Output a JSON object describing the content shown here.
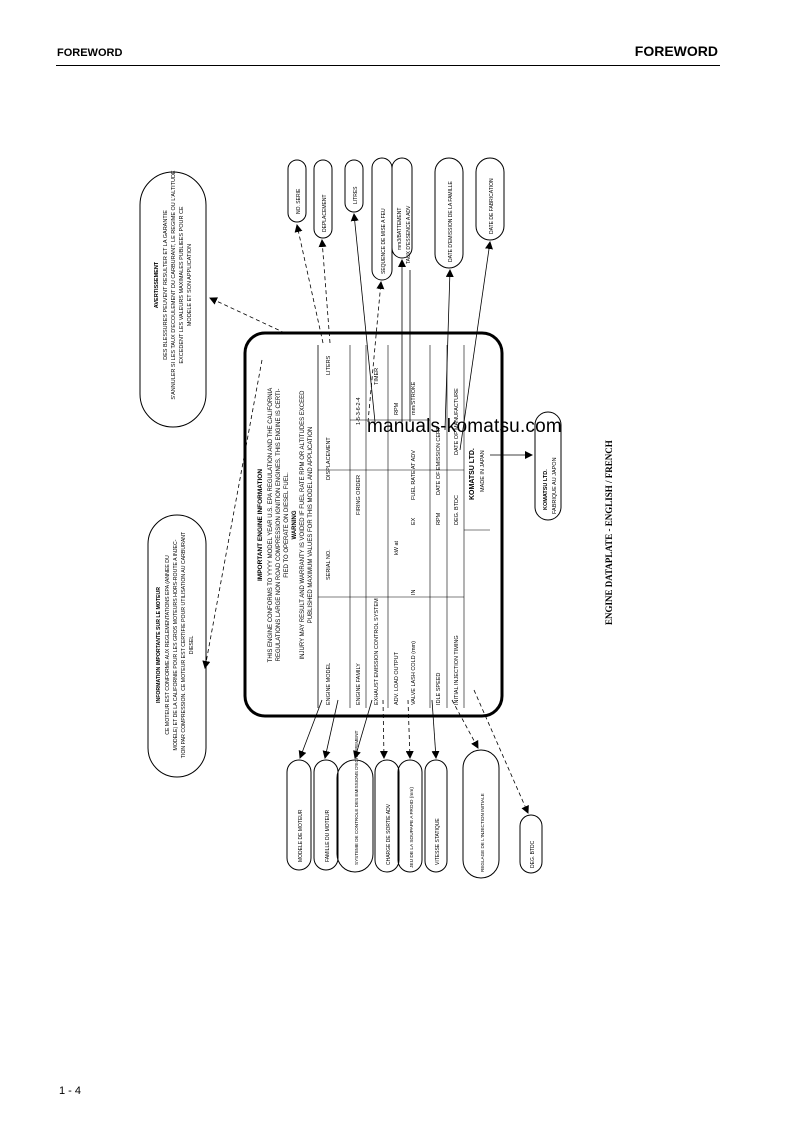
{
  "header": {
    "left": "FOREWORD",
    "right": "FOREWORD"
  },
  "page_number": "1 - 4",
  "watermark": "manuals-komatsu.com",
  "caption": "ENGINE DATAPLATE - ENGLISH / FRENCH",
  "plate": {
    "title": "IMPORTANT ENGINE INFORMATION",
    "intro": [
      "THIS ENGINE CONFORMS TO YYYY MODEL YEAR U.S. EPA REGULATION AND THE CALIFORNIA",
      "REGULATIONS LARGE NON ROAD COMPRESSION IGNITION ENGINES. THIS ENGINE IS CERTI-",
      "FIED TO OPERATE ON DIESEL FUEL."
    ],
    "warning_title": "WARNING",
    "warning": [
      "INJURY MAY RESULT AND WARRANTY IS VOIDED IF FUEL RATE RPM OR ALTITUDES EXCEED",
      "PUBLISHED MAXIMUM VALUES FOR THIS MODEL AND APPLICATION"
    ],
    "row1": [
      "ENGINE MODEL",
      "SERIAL NO.",
      "DISPLACEMENT",
      "LITERS"
    ],
    "row2": [
      "ENGINE FAMILY",
      "FIRING ORDER",
      "1-5-3-6-2-4"
    ],
    "row3": [
      "EXHAUST EMISSION CONTROL SYSTEM",
      "TIMER"
    ],
    "row4": [
      "ADV. LOAD OUTPUT",
      "kW at",
      "RPM"
    ],
    "row5": [
      "VALVE LASH COLD (mm)",
      "IN",
      "EX",
      "FUEL RATE AT ADV",
      "mm/STROKE"
    ],
    "row6": [
      "IDLE SPEED",
      "RPM",
      "DATE OF MANUFACTURE",
      "DATE OF EMISSION CERT"
    ],
    "row7": [
      "INITIAL INJECTION TIMING",
      "DEG. BTDC"
    ],
    "brand": "KOMATSU LTD.",
    "made_in": "MADE IN JAPAN"
  },
  "callouts": {
    "avertissement_title": "AVERTISSEMENT",
    "avertissement": [
      "DES BLESSURES PEUVENT RESULTER ET LA GARANTIE",
      "S'ANNULER SI LES TAUX D'ECOULEMENT DU CARBURANT, LE REGIME OU L'ALTITUDE",
      "EXCEDENT LES VALEURS MAXIMALES PUBLIEES POUR CE",
      "MODELE ET SON APPLICATION"
    ],
    "information_title": "INFORMATION IMPORTANTE SUR LE MOTEUR",
    "information": [
      "CE MOTEUR EST CONFORME AUX REGLEMENTATIONS EPA (ANNEE DU",
      "MODELE) ET DE LA CALIFORNIE POUR LES GROS MOTEURS HORS-ROUTE A INJEC-",
      "TION PAR COMPRESSION. CE MOTEUR EST CERTIFIE POUR UTILISATION AU CARBURANT",
      "DIESEL"
    ],
    "right_top": [
      "NO. SERIE",
      "DEPLACEMENT",
      "LITRES",
      "SEQUENCE DE MISE A FEU",
      "mm3/BATTEMENT",
      "TAUX D'ESSENCE A ADV",
      "DATE D'EMISSION DE LA FAMILLE",
      "DATE DE FABRICATION"
    ],
    "bottom": [
      "MODELE DE MOTEUR",
      "FAMILLE DU MOTEUR",
      "SYSTEME DE CONTROLE DES EMISSIONS D'ECHAPPEMENT",
      "CHARGE DE SORTIE ADV",
      "JEU DE LA SOUPAPE A FROID (mm)",
      "VITESSE STATIQUE",
      "REGLAGE DE L'INJECTION INITIALE",
      "DEG. BTDC"
    ],
    "fabrique": [
      "KOMATSU LTD.",
      "FABRIQUE AU JAPON"
    ]
  }
}
